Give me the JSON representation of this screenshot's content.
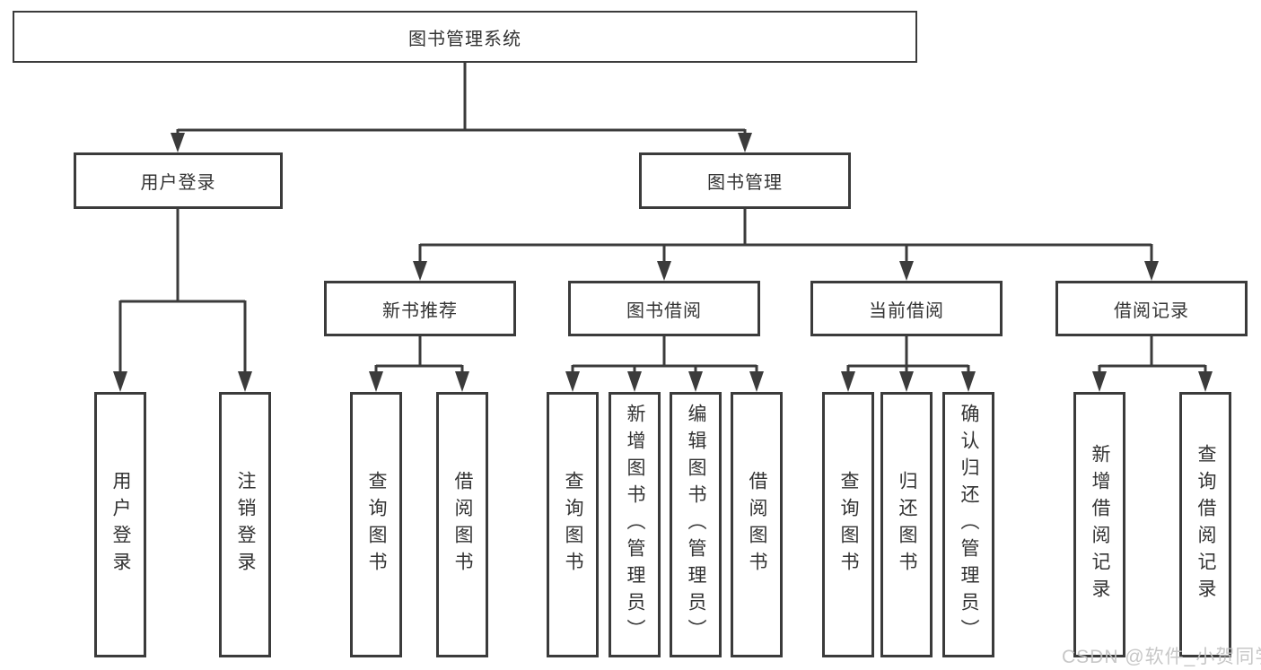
{
  "colors": {
    "line": "#3b3b3b",
    "text": "#333333",
    "box_background": "#ffffff",
    "watermark": "#c3c3c3"
  },
  "watermark": "CSDN @软件_小贺同学",
  "tree": {
    "root": {
      "label": "图书管理系统"
    },
    "branches": [
      {
        "label": "用户登录",
        "children": [
          {
            "label": "用户登录"
          },
          {
            "label": "注销登录"
          }
        ]
      },
      {
        "label": "图书管理",
        "children": [
          {
            "label": "新书推荐",
            "children": [
              {
                "label": "查询图书"
              },
              {
                "label": "借阅图书"
              }
            ]
          },
          {
            "label": "图书借阅",
            "children": [
              {
                "label": "查询图书"
              },
              {
                "label": "新增图书（管理员）"
              },
              {
                "label": "编辑图书（管理员）"
              },
              {
                "label": "借阅图书"
              }
            ]
          },
          {
            "label": "当前借阅",
            "children": [
              {
                "label": "查询图书"
              },
              {
                "label": "归还图书"
              },
              {
                "label": "确认归还（管理员）"
              }
            ]
          },
          {
            "label": "借阅记录",
            "children": [
              {
                "label": "新增借阅记录"
              },
              {
                "label": "查询借阅记录"
              }
            ]
          }
        ]
      }
    ]
  }
}
